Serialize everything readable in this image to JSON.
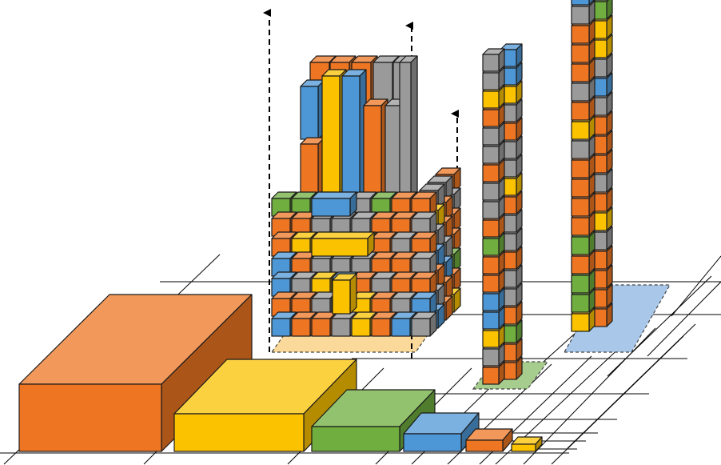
{
  "colors": {
    "orange": "#ee7623",
    "yellow": "#fbc200",
    "green": "#6fae3f",
    "blue": "#4e97d6",
    "gray": "#9a9a9a",
    "darkBlue": "#2f5bab",
    "outline": "#1a1a1a",
    "footprintOrange": "#fbd99a",
    "footprintGreen": "#a7cd8e",
    "footprintBlue": "#a9c8e9"
  },
  "diagram": {
    "ground_slabs": [
      "orange",
      "yellow",
      "green",
      "blue",
      "orange",
      "yellow"
    ],
    "main_stack": {
      "front_rows": [
        [
          "green",
          "green",
          "blue",
          "blue",
          "gray",
          "green",
          "orange",
          "orange"
        ],
        [
          "orange",
          "orange",
          "gray",
          "gray",
          "gray",
          "orange",
          "orange",
          "gray"
        ],
        [
          "orange",
          "yellow",
          "yellow",
          "yellow",
          "yellow",
          "orange",
          "gray",
          "orange"
        ],
        [
          "blue",
          "orange",
          "gray",
          "gray",
          "gray",
          "orange",
          "orange",
          "gray"
        ],
        [
          "blue",
          "gray",
          "yellow",
          "blue",
          "orange",
          "gray",
          "orange",
          "orange"
        ],
        [
          "orange",
          "orange",
          "gray",
          "orange",
          "yellow",
          "orange",
          "gray",
          "blue"
        ],
        [
          "blue",
          "orange",
          "orange",
          "gray",
          "yellow",
          "orange",
          "blue",
          "gray"
        ]
      ],
      "tall_bars": [
        "blue",
        "orange",
        "yellow",
        "blue",
        "orange",
        "gray",
        "gray"
      ]
    },
    "column_middle": [
      "orange",
      "gray",
      "yellow",
      "blue",
      "blue",
      "orange",
      "orange",
      "green",
      "orange",
      "gray",
      "gray",
      "orange",
      "gray",
      "gray",
      "orange",
      "yellow",
      "gray",
      "gray"
    ],
    "column_right": [
      "yellow",
      "green",
      "green",
      "orange",
      "green",
      "orange",
      "orange",
      "orange",
      "orange",
      "gray",
      "yellow",
      "orange",
      "gray",
      "orange",
      "orange",
      "orange",
      "gray",
      "blue",
      "gray",
      "yellow"
    ]
  }
}
